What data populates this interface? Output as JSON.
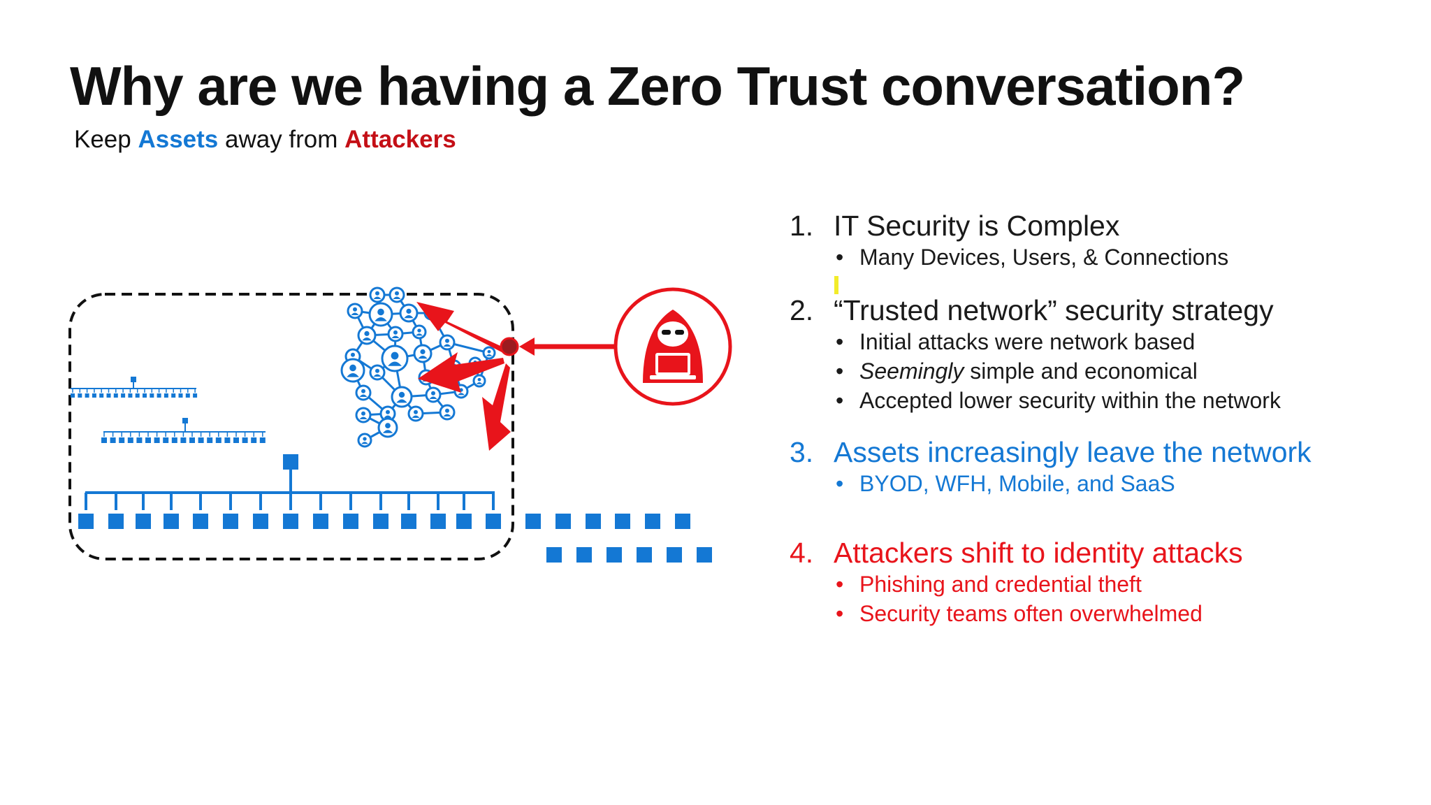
{
  "slide": {
    "title": "Why are we having a Zero Trust conversation?",
    "subtitle": {
      "part1": "Keep ",
      "assets": "Assets",
      "part2": " away from ",
      "attackers": "Attackers"
    }
  },
  "list": [
    {
      "number": "1.",
      "heading": "IT Security is Complex",
      "bullets": [
        {
          "text": "Many Devices, Users, & Connections"
        }
      ]
    },
    {
      "number": "2.",
      "heading": "“Trusted network” security strategy",
      "bullets": [
        {
          "text": "Initial attacks were network based"
        },
        {
          "italic": "Seemingly",
          "text": " simple and economical"
        },
        {
          "text": "Accepted lower security within the network"
        }
      ]
    },
    {
      "number": "3.",
      "heading": "Assets increasingly leave the network",
      "bullets": [
        {
          "text": "BYOD, WFH, Mobile, and SaaS"
        }
      ]
    },
    {
      "number": "4.",
      "heading": "Attackers shift to identity attacks",
      "bullets": [
        {
          "text": "Phishing and credential theft"
        },
        {
          "text": "Security teams often overwhelmed"
        }
      ]
    }
  ],
  "bullet_char": "•",
  "colors": {
    "title": "#111111",
    "asset_blue": "#1478d4",
    "attacker_red": "#c40f16",
    "arrow_red": "#e8141b",
    "highlight_yellow": "#f2ec2a"
  },
  "icons": [
    "hacker-icon",
    "network-mesh-icon",
    "org-chart-icon"
  ]
}
